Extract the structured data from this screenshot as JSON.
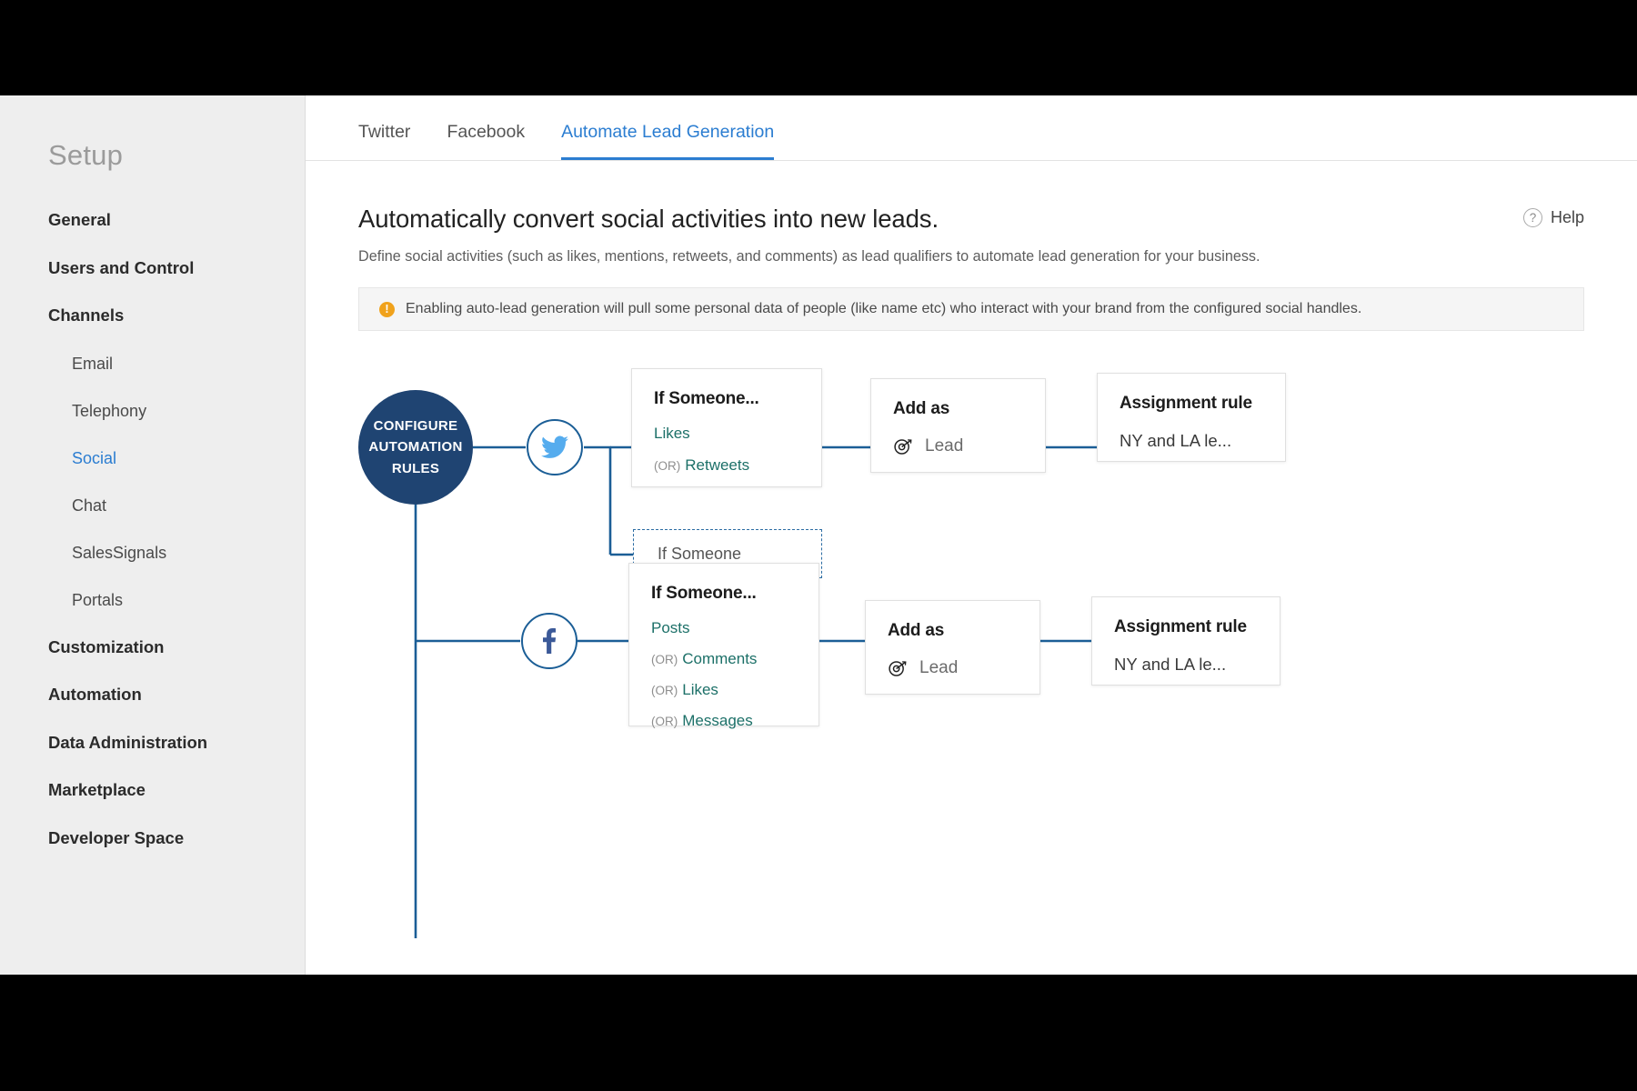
{
  "sidebar": {
    "title": "Setup",
    "items": [
      {
        "label": "General",
        "type": "group",
        "active": false
      },
      {
        "label": "Users and Control",
        "type": "group",
        "active": false
      },
      {
        "label": "Channels",
        "type": "group",
        "active": false
      },
      {
        "label": "Email",
        "type": "sub",
        "active": false
      },
      {
        "label": "Telephony",
        "type": "sub",
        "active": false
      },
      {
        "label": "Social",
        "type": "sub",
        "active": true
      },
      {
        "label": "Chat",
        "type": "sub",
        "active": false
      },
      {
        "label": "SalesSignals",
        "type": "sub",
        "active": false
      },
      {
        "label": "Portals",
        "type": "sub",
        "active": false
      },
      {
        "label": "Customization",
        "type": "group",
        "active": false
      },
      {
        "label": "Automation",
        "type": "group",
        "active": false
      },
      {
        "label": "Data Administration",
        "type": "group",
        "active": false
      },
      {
        "label": "Marketplace",
        "type": "group",
        "active": false
      },
      {
        "label": "Developer Space",
        "type": "group",
        "active": false
      }
    ]
  },
  "tabs": [
    {
      "label": "Twitter",
      "active": false
    },
    {
      "label": "Facebook",
      "active": false
    },
    {
      "label": "Automate Lead Generation",
      "active": true
    }
  ],
  "page": {
    "title": "Automatically convert social activities into new leads.",
    "description": "Define social activities (such as likes, mentions, retweets, and comments) as lead qualifiers to automate lead generation for your business.",
    "help_label": "Help",
    "help_icon": "question-circle-icon"
  },
  "banner": {
    "icon": "warning-icon",
    "text": "Enabling auto-lead generation will pull some personal data of people (like name etc) who interact with your brand from the configured social handles."
  },
  "flow": {
    "root": {
      "line1": "CONFIGURE",
      "line2": "AUTOMATION",
      "line3": "RULES"
    },
    "branches": [
      {
        "network": "twitter",
        "network_icon": "twitter-bird-icon",
        "condition": {
          "title": "If Someone...",
          "options": [
            {
              "or": "",
              "label": "Likes"
            },
            {
              "or": "(OR)",
              "label": "Retweets"
            }
          ]
        },
        "action": {
          "title": "Add as",
          "icon": "target-lead-icon",
          "value": "Lead"
        },
        "rule": {
          "title": "Assignment rule",
          "value": "NY and LA le..."
        }
      },
      {
        "network": "facebook",
        "network_icon": "facebook-f-icon",
        "condition": {
          "title": "If Someone...",
          "options": [
            {
              "or": "",
              "label": "Posts"
            },
            {
              "or": "(OR)",
              "label": "Comments"
            },
            {
              "or": "(OR)",
              "label": "Likes"
            },
            {
              "or": "(OR)",
              "label": "Messages"
            }
          ]
        },
        "action": {
          "title": "Add as",
          "icon": "target-lead-icon",
          "value": "Lead"
        },
        "rule": {
          "title": "Assignment rule",
          "value": "NY and LA le..."
        }
      }
    ],
    "placeholder": {
      "label": "If Someone"
    }
  },
  "colors": {
    "accent_blue": "#2b7dd1",
    "node_navy": "#1f4472",
    "connector": "#1b5e96",
    "option_teal": "#1c7068",
    "warning_amber": "#f0a21c",
    "twitter_blue": "#55acee",
    "facebook_blue": "#3b5998"
  }
}
